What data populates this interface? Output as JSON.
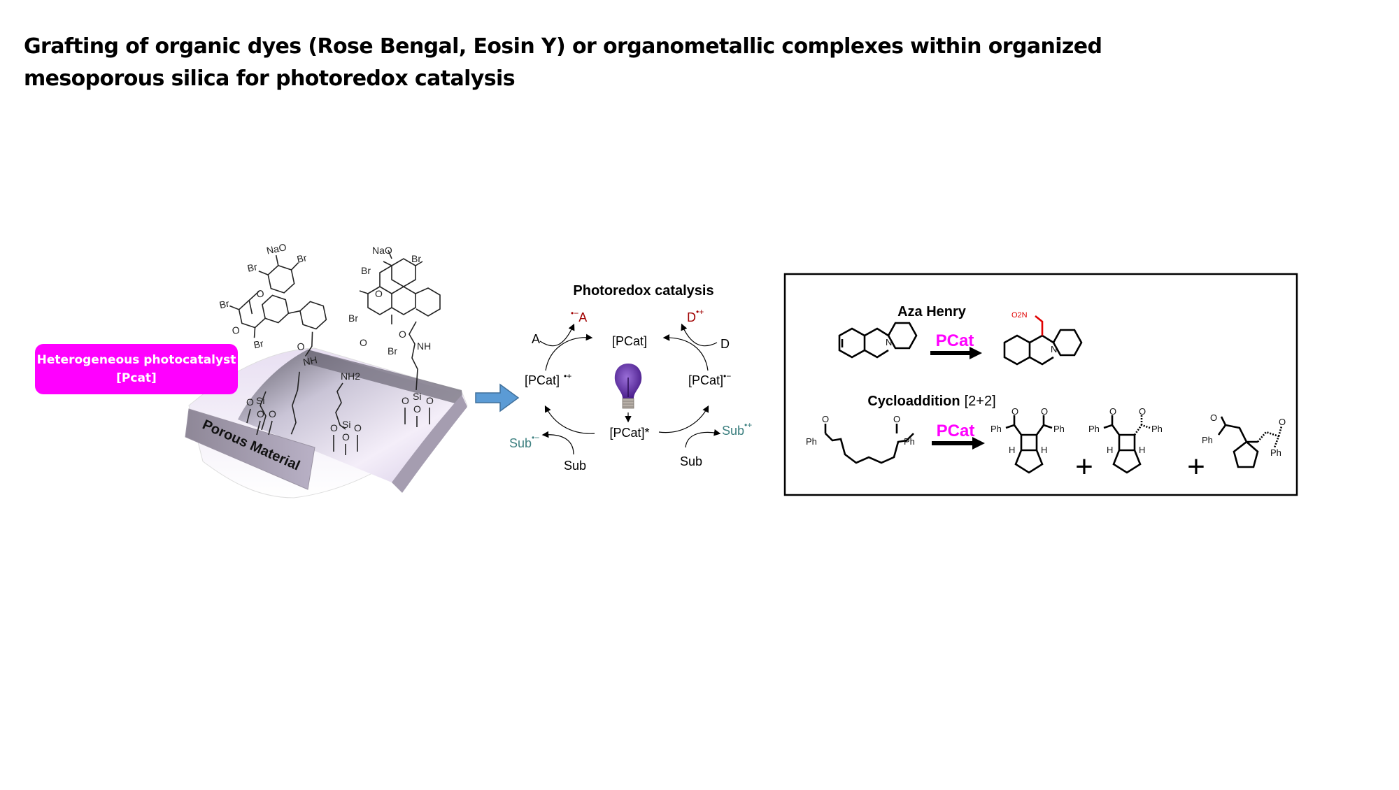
{
  "title": {
    "line1": "Grafting of organic dyes (Rose Bengal, Eosin Y) or organometallic complexes within organized",
    "line2": "mesoporous silica for photoredox catalysis"
  },
  "material_panel": {
    "badge_line1": "Heterogeneous photocatalyst",
    "badge_line2": "[Pcat]",
    "support_label": "Porous Material",
    "dye1": {
      "substituents": [
        "NaO",
        "Br",
        "Br",
        "Br",
        "Br"
      ],
      "core_o": "O",
      "keto_o": "O",
      "amide_o": "O",
      "amide_nh": "NH",
      "si": "Si",
      "si_o": [
        "O",
        "O",
        "O"
      ]
    },
    "aminopropyl": {
      "amine": "NH2",
      "si": "Si",
      "si_o": [
        "O",
        "O",
        "O"
      ]
    },
    "dye2": {
      "substituents": [
        "NaO",
        "Br",
        "Br",
        "Br",
        "Br"
      ],
      "core_o": "O",
      "keto_o": "O",
      "amide_o": "O",
      "amide_nh": "NH",
      "si": "Si",
      "si_o": [
        "O",
        "O",
        "O"
      ]
    }
  },
  "cycle": {
    "title": "Photoredox catalysis",
    "center_top": "[PCat]",
    "left": "[PCat]",
    "left_charge": "•+",
    "right": "[PCat]",
    "right_charge": "•−",
    "bottom": "[PCat]*",
    "acceptor": "A",
    "acceptor_reduced": "A",
    "acceptor_charge": "•−",
    "donor": "D",
    "donor_oxidized": "D",
    "donor_charge": "•+",
    "sub_left": "Sub",
    "sub_left_product": "Sub",
    "sub_left_charge": "•−",
    "sub_right": "Sub",
    "sub_right_product": "Sub",
    "sub_right_charge": "•+",
    "colors": {
      "red": "#a00000",
      "teal": "#3d8080",
      "bulb": "#6a2fb0"
    }
  },
  "reactions": {
    "aza_henry": {
      "title": "Aza Henry",
      "catalyst": "PCat",
      "reactant_n": "N",
      "product_n": "N",
      "product_nitro": "O2N"
    },
    "cycloaddition": {
      "title": "Cycloaddition",
      "title_suffix": "[2+2]",
      "catalyst": "PCat",
      "reactant_labels": [
        "O",
        "O",
        "Ph",
        "Ph"
      ],
      "product1_labels": [
        "O",
        "O",
        "Ph",
        "Ph",
        "H",
        "H"
      ],
      "product2_labels": [
        "O",
        "O",
        "Ph",
        "Ph",
        "H",
        "H"
      ],
      "product3_labels": [
        "O",
        "O",
        "Ph",
        "Ph"
      ],
      "plus": "+"
    },
    "catalyst_color": "#ff00ff"
  }
}
